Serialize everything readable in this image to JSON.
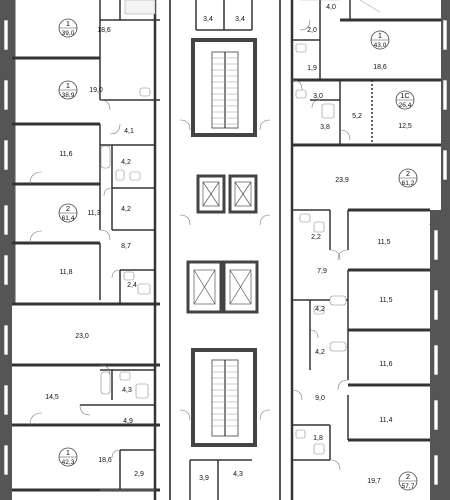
{
  "apartments": [
    {
      "id": "apt-39",
      "number": "1",
      "area": "39,0"
    },
    {
      "id": "apt-38",
      "number": "1",
      "area": "38,9"
    },
    {
      "id": "apt-61-4",
      "number": "2",
      "area": "61,4"
    },
    {
      "id": "apt-42",
      "number": "1",
      "area": "42,3"
    },
    {
      "id": "apt-43",
      "number": "1",
      "area": "43,0"
    },
    {
      "id": "apt-26",
      "number": "1С",
      "area": "26,4"
    },
    {
      "id": "apt-61-2",
      "number": "2",
      "area": "61,2"
    },
    {
      "id": "apt-57",
      "number": "2",
      "area": "57,7"
    }
  ],
  "rooms": {
    "l1": "18,6",
    "l2": "19,0",
    "l3": "4,1",
    "l4": "11,6",
    "l5": "4,2",
    "l6": "11,3",
    "l7": "4,2",
    "l8": "8,7",
    "l9": "11,8",
    "l10": "2,4",
    "l11": "23,0",
    "l12": "4,3",
    "l13": "14,5",
    "l14": "4,9",
    "l15": "18,6",
    "l16": "2,9",
    "c1": "3,4",
    "c2": "3,4",
    "c3": "3,9",
    "c4": "4,3",
    "r1": "4,0",
    "r2": "2,0",
    "r3": "18,6",
    "r4": "1,9",
    "r5": "3,0",
    "r6": "5,2",
    "r7": "12,5",
    "r8": "3,8",
    "r9": "23,9",
    "r10": "2,2",
    "r11": "11,5",
    "r12": "7,9",
    "r13": "11,5",
    "r14": "4,2",
    "r15": "4,2",
    "r16": "11,6",
    "r17": "9,0",
    "r18": "11,4",
    "r19": "1,8",
    "r20": "19,7"
  }
}
